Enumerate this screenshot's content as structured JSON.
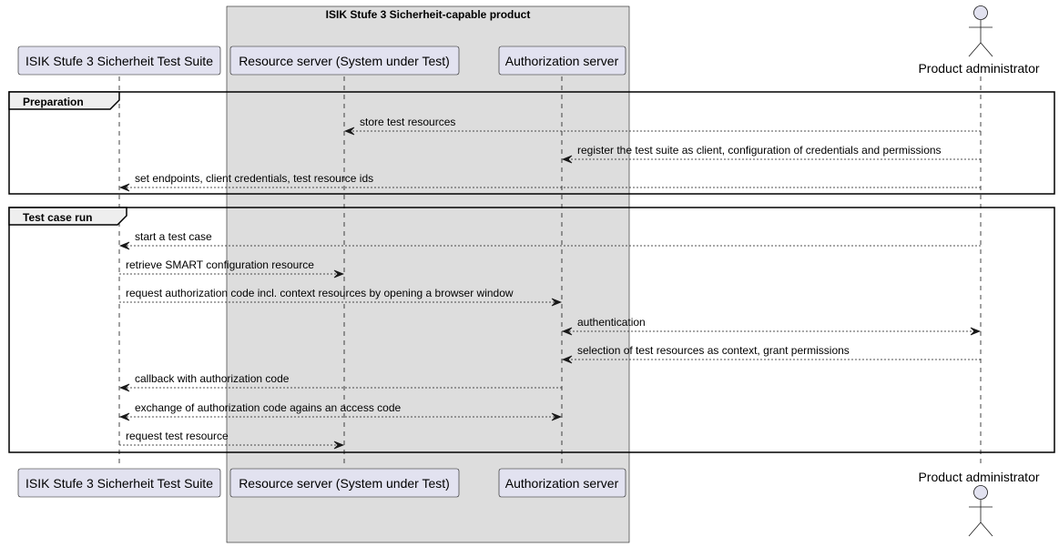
{
  "box": {
    "title": "ISIK Stufe 3 Sicherheit-capable product"
  },
  "participants": {
    "test_suite": "ISIK Stufe 3 Sicherheit Test Suite",
    "resource_server": "Resource server (System under Test)",
    "auth_server": "Authorization server",
    "admin": "Product administrator"
  },
  "groups": {
    "preparation": "Preparation",
    "test_case_run": "Test case run"
  },
  "messages": [
    {
      "from": "admin",
      "to": "resource_server",
      "text": "store test resources",
      "bidirectional": false
    },
    {
      "from": "admin",
      "to": "auth_server",
      "text": "register the test suite as client, configuration of credentials and permissions",
      "bidirectional": false
    },
    {
      "from": "admin",
      "to": "test_suite",
      "text": "set endpoints, client credentials, test resource ids",
      "bidirectional": false
    },
    {
      "from": "admin",
      "to": "test_suite",
      "text": "start a test case",
      "bidirectional": false
    },
    {
      "from": "test_suite",
      "to": "resource_server",
      "text": "retrieve SMART configuration resource",
      "bidirectional": false
    },
    {
      "from": "test_suite",
      "to": "auth_server",
      "text": "request authorization code incl. context resources by opening a browser window",
      "bidirectional": false
    },
    {
      "from": "auth_server",
      "to": "admin",
      "text": "authentication",
      "bidirectional": true
    },
    {
      "from": "admin",
      "to": "auth_server",
      "text": "selection of test resources as context, grant permissions",
      "bidirectional": false
    },
    {
      "from": "auth_server",
      "to": "test_suite",
      "text": "callback with authorization code",
      "bidirectional": false
    },
    {
      "from": "test_suite",
      "to": "auth_server",
      "text": "exchange of authorization code agains an access code",
      "bidirectional": true
    },
    {
      "from": "test_suite",
      "to": "resource_server",
      "text": "request test resource",
      "bidirectional": false
    }
  ],
  "colors": {
    "participant_fill": "#E2E2F0",
    "participant_border": "#181818",
    "box_fill": "#DDDDDD",
    "group_header_fill": "#EEEEEE"
  }
}
